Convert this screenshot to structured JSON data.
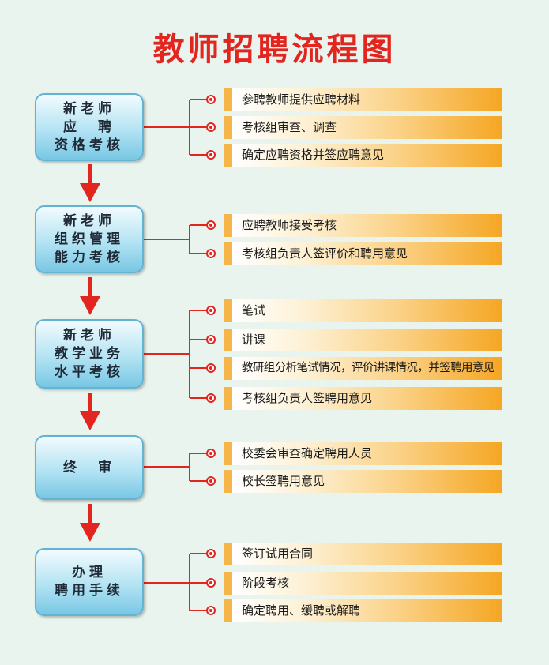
{
  "title": "教师招聘流程图",
  "stages": [
    {
      "lines": [
        "新老师",
        "应　聘",
        "资格考核"
      ],
      "steps": [
        "参聘教师提供应聘材料",
        "考核组审查、调查",
        "确定应聘资格并签应聘意见"
      ]
    },
    {
      "lines": [
        "新老师",
        "组织管理",
        "能力考核"
      ],
      "steps": [
        "应聘教师接受考核",
        "考核组负责人签评价和聘用意见"
      ]
    },
    {
      "lines": [
        "新老师",
        "教学业务",
        "水平考核"
      ],
      "steps": [
        "笔试",
        "讲课",
        "教研组分析笔试情况，评价讲课情况，并签聘用意见",
        "考核组负责人签聘用意见"
      ]
    },
    {
      "lines": [
        "终　审"
      ],
      "steps": [
        "校委会审查确定聘用人员",
        "校长签聘用意见"
      ]
    },
    {
      "lines": [
        "办理",
        "聘用手续"
      ],
      "steps": [
        "签订试用合同",
        "阶段考核",
        "确定聘用、缓聘或解聘"
      ]
    }
  ],
  "colors": {
    "title": "#e2261f",
    "connector": "#e2261f",
    "arrow": "#e2261f",
    "stage_border": "#63b3d2"
  }
}
